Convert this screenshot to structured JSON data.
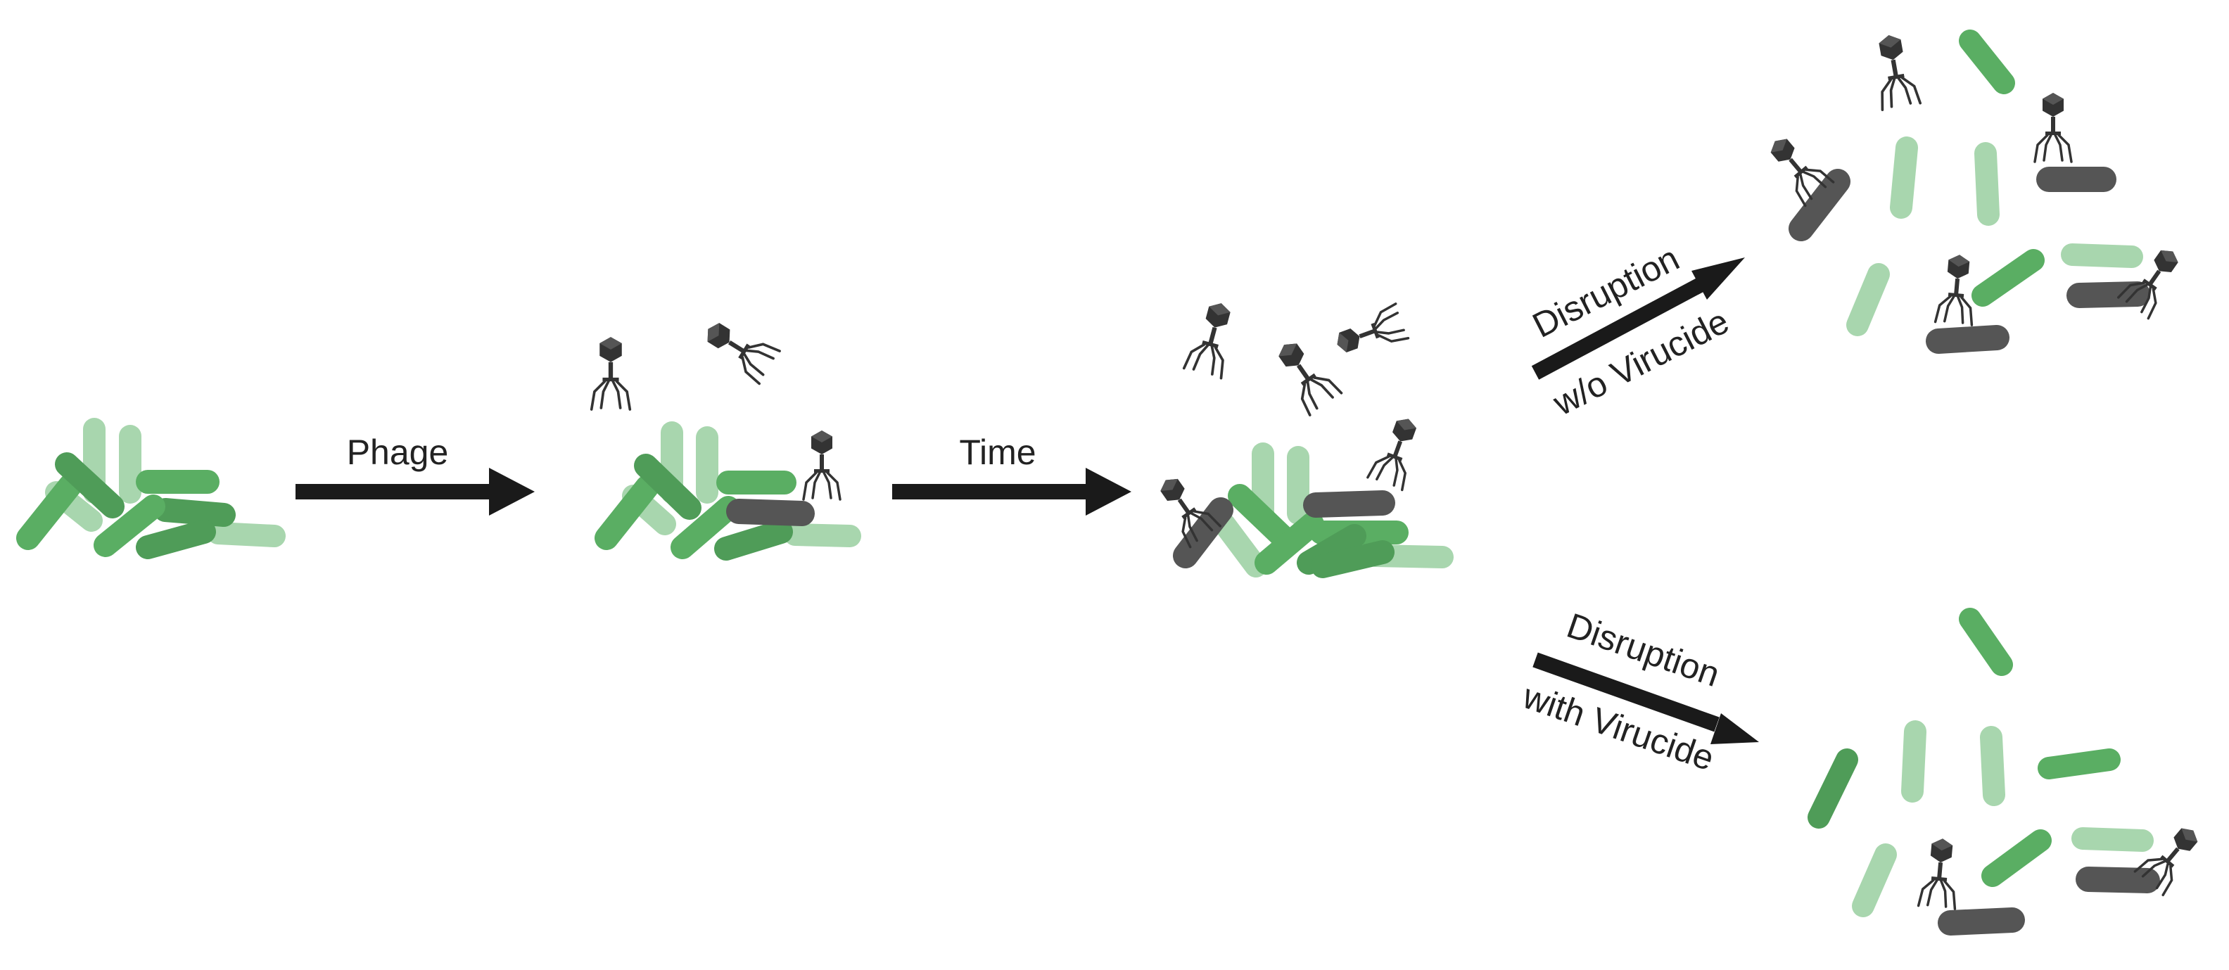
{
  "labels": {
    "phage": "Phage",
    "time": "Time",
    "disruption_1": "Disruption",
    "without_virucide": "w/o Virucide",
    "disruption_2": "Disruption",
    "with_virucide": "with Virucide"
  },
  "colors": {
    "bacterium_dark": "#4f9c58",
    "bacterium_mid": "#5aae63",
    "bacterium_light": "#a8d6ae",
    "infected_bacterium": "#555555",
    "phage": "#333333",
    "arrow": "#1a1a1a"
  }
}
